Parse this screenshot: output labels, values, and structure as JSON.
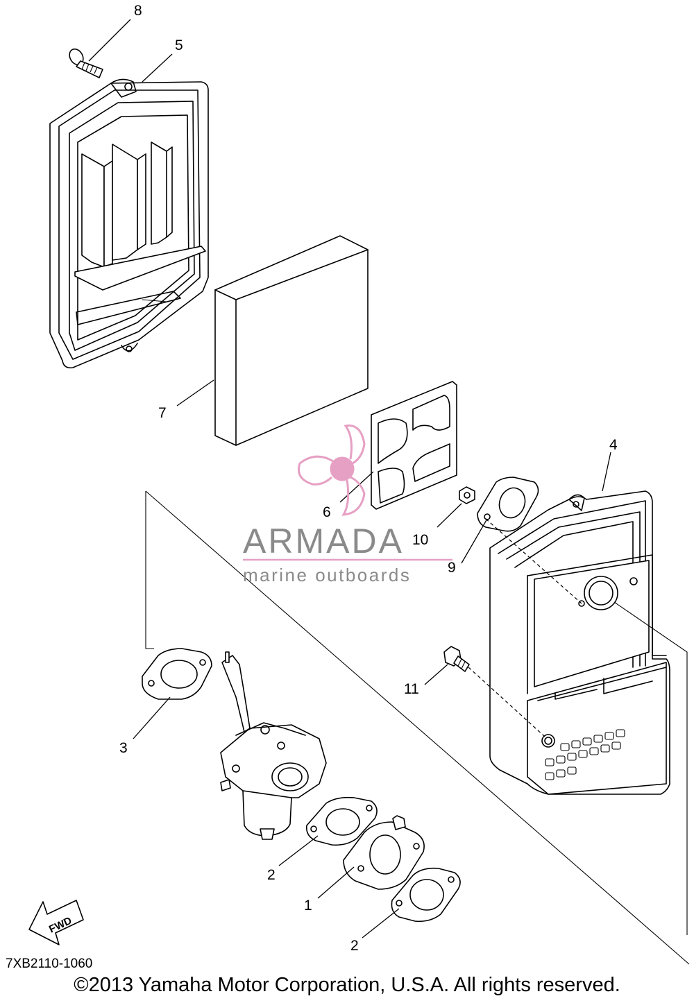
{
  "diagram": {
    "callouts": [
      {
        "id": "1",
        "text": "1"
      },
      {
        "id": "2a",
        "text": "2"
      },
      {
        "id": "2b",
        "text": "2"
      },
      {
        "id": "3",
        "text": "3"
      },
      {
        "id": "4",
        "text": "4"
      },
      {
        "id": "5",
        "text": "5"
      },
      {
        "id": "6",
        "text": "6"
      },
      {
        "id": "7",
        "text": "7"
      },
      {
        "id": "8",
        "text": "8"
      },
      {
        "id": "9",
        "text": "9"
      },
      {
        "id": "10",
        "text": "10"
      },
      {
        "id": "11",
        "text": "11"
      }
    ],
    "fwd_label": "FWD",
    "part_number": "7XB2110-1060",
    "copyright": "©2013 Yamaha Motor Corporation, U.S.A. All rights reserved."
  },
  "watermark": {
    "title": "ARMADA",
    "subtitle": "marine outboards",
    "logo_icon": "propeller-logo-icon",
    "colors": {
      "accent": "#e6a0c4",
      "text": "#8a8a8a"
    }
  }
}
